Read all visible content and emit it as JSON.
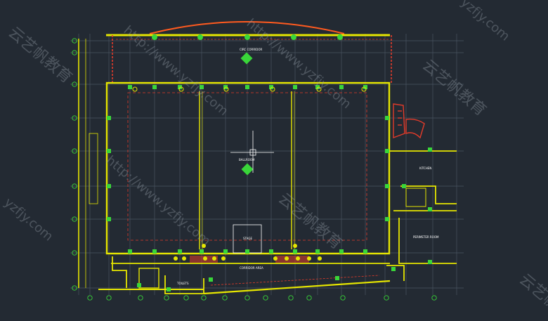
{
  "colors": {
    "background": "#232a33",
    "grid": "#4a5461",
    "wall": "#e6e600",
    "primary": "#39d639",
    "red": "#e23b2a",
    "orange": "#ff5a1f",
    "white": "#ffffff"
  },
  "rooms": {
    "top_label": "CIRC CORRIDOR",
    "hall_label": "BALLROOM",
    "kitchen_label": "KITCHEN",
    "right_mid_label": "PERIMETER ROOM",
    "stage_label": "STAGE",
    "lower_mid_label": "CORRIDOR AREA",
    "bottom_label": "TOILETS"
  },
  "watermarks": {
    "cn_brand": "云艺帆教育",
    "url": "http://www.yzfjy.com",
    "short": "yzfjy.com"
  },
  "icons": {
    "crosshair": "crosshair-cursor-icon",
    "grid_bubble": "grid-bubble-icon",
    "stair": "stair-icon"
  }
}
